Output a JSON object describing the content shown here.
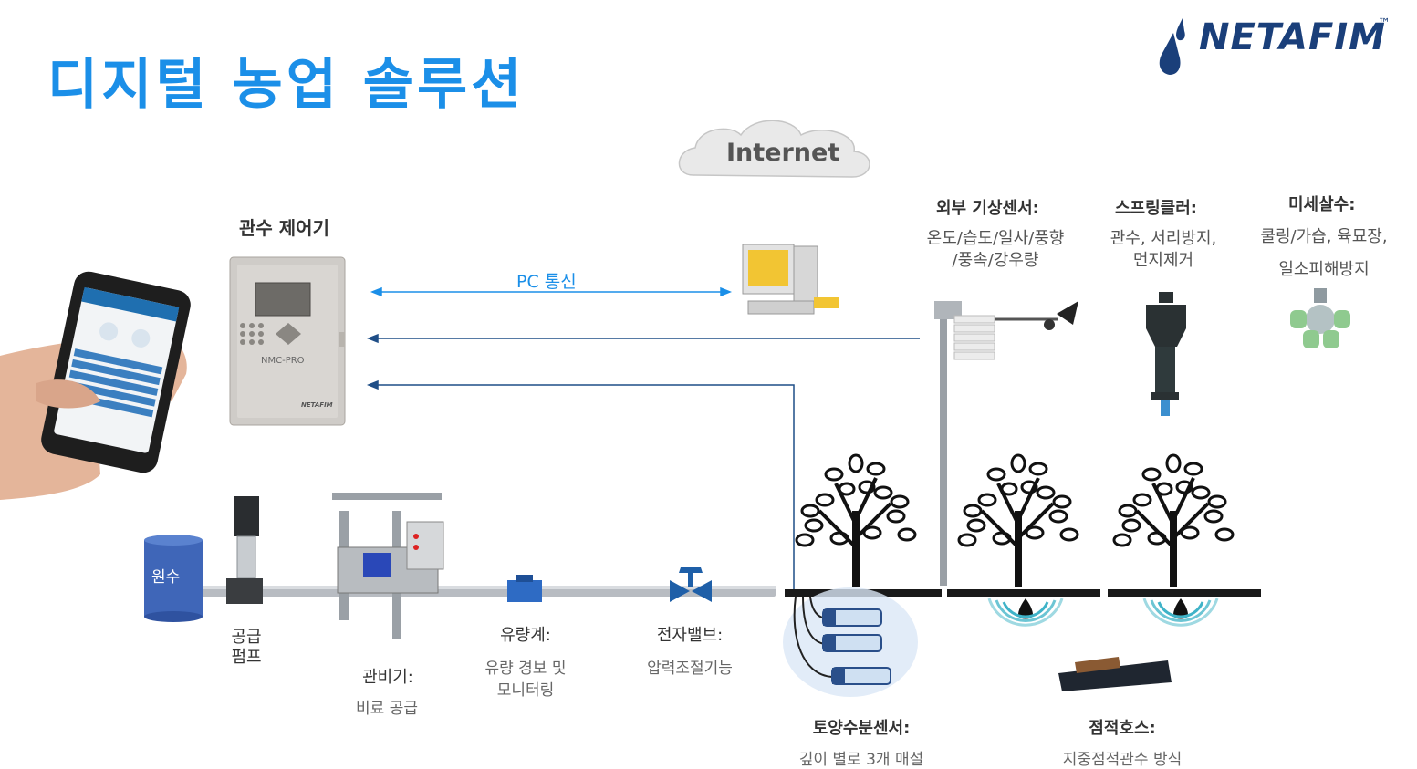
{
  "title": "디지털 농업 솔루션",
  "brand": {
    "name": "NETAFIM",
    "tm": "™",
    "color": "#1a3f7a"
  },
  "cloud": {
    "label": "Internet"
  },
  "controller": {
    "title": "관수 제어기",
    "model": "NMC-PRO",
    "brand": "NETAFIM"
  },
  "pc_link": {
    "label": "PC 통신",
    "color": "#1b8fe8"
  },
  "weather": {
    "title": "외부 기상센서:",
    "desc1": "온도/습도/일사/풍향",
    "desc2": "/풍속/강우량"
  },
  "sprinkler": {
    "title": "스프링클러:",
    "desc1": "관수, 서리방지,",
    "desc2": "먼지제거"
  },
  "mist": {
    "title": "미세살수:",
    "desc1": "쿨링/가습, 육묘장,",
    "desc2": "일소피해방지"
  },
  "source": {
    "label": "원수"
  },
  "pump": {
    "line1": "공급",
    "line2": "펌프"
  },
  "fertigation": {
    "title": "관비기:",
    "desc": "비료 공급"
  },
  "flowmeter": {
    "title": "유량계:",
    "desc1": "유량 경보 및",
    "desc2": "모니터링"
  },
  "valve": {
    "title": "전자밸브:",
    "desc": "압력조절기능"
  },
  "soil": {
    "title": "토양수분센서:",
    "desc": "깊이 별로 3개 매설"
  },
  "drip": {
    "title": "점적호스:",
    "desc": "지중점적관수 방식"
  },
  "colors": {
    "title": "#1b8fe8",
    "line": "#1f4e87",
    "pipe": "#b8bcc2",
    "tree": "#111111"
  }
}
